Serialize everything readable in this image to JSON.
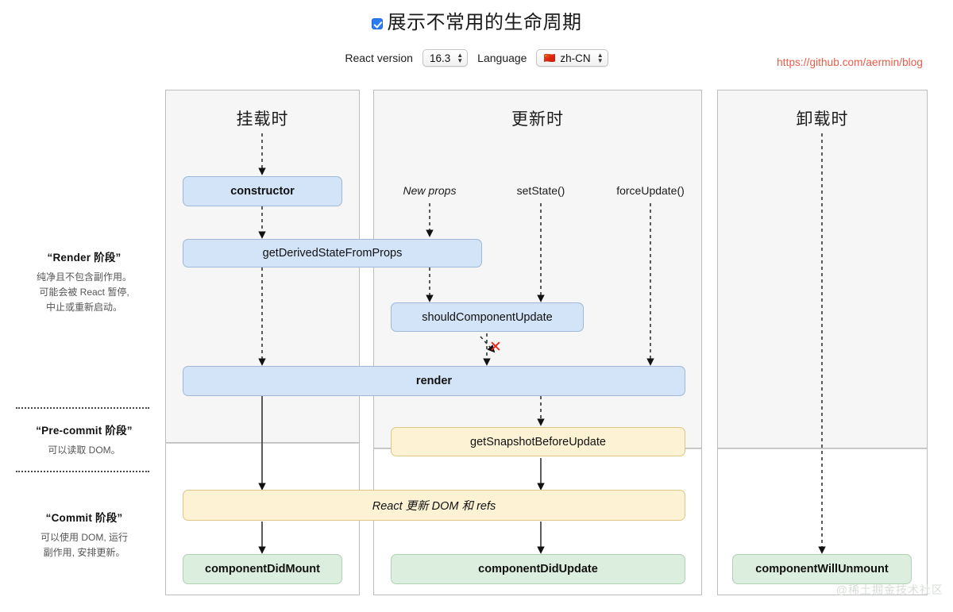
{
  "header": {
    "checkbox_label": "展示不常用的生命周期",
    "checkbox_checked": true,
    "react_version_label": "React version",
    "react_version_value": "16.3",
    "language_label": "Language",
    "language_flag": "🇨🇳",
    "language_value": "zh-CN",
    "github_url": "https://github.com/aermin/blog"
  },
  "phases": [
    {
      "title": "“Render 阶段”",
      "lines": [
        "纯净且不包含副作用。",
        "可能会被 React 暂停,",
        "中止或重新启动。"
      ]
    },
    {
      "title": "“Pre-commit 阶段”",
      "lines": [
        "可以读取 DOM。"
      ]
    },
    {
      "title": "“Commit 阶段”",
      "lines": [
        "可以使用 DOM, 运行",
        "副作用, 安排更新。"
      ]
    }
  ],
  "columns": {
    "mounting": {
      "title": "挂载时"
    },
    "updating": {
      "title": "更新时"
    },
    "unmounting": {
      "title": "卸载时"
    }
  },
  "triggers": [
    {
      "label": "New props",
      "italic": true
    },
    {
      "label": "setState()",
      "italic": false
    },
    {
      "label": "forceUpdate()",
      "italic": false
    }
  ],
  "nodes": {
    "constructor": "constructor",
    "get_derived_state_from_props": "getDerivedStateFromProps",
    "should_component_update": "shouldComponentUpdate",
    "render": "render",
    "get_snapshot_before_update": "getSnapshotBeforeUpdate",
    "react_updates_dom": "React 更新 DOM 和 refs",
    "component_did_mount": "componentDidMount",
    "component_did_update": "componentDidUpdate",
    "component_will_unmount": "componentWillUnmount"
  },
  "markers": {
    "skip_render_x": "✕"
  },
  "watermark": "@稀土掘金技术社区",
  "colors": {
    "blue_fill": "#d3e3f8",
    "blue_border": "#9eb8da",
    "amber_fill": "#fdf2d4",
    "amber_border": "#dfc684",
    "green_fill": "#dceedd",
    "green_border": "#b2d1b4",
    "panel_fill": "#f6f6f6",
    "panel_border": "#bdbdbd",
    "link": "#eb5a48",
    "x_red": "#e8231a"
  }
}
